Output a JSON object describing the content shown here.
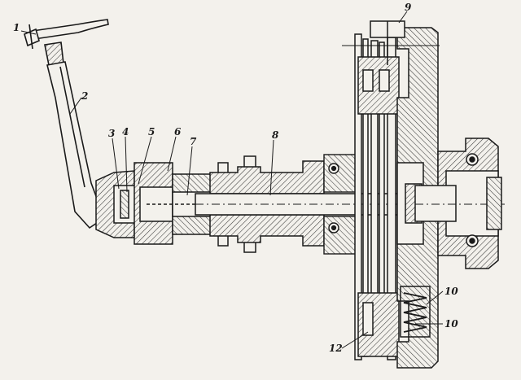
{
  "colors": {
    "paper": "#f3f1ec",
    "ink": "#1a1a1a",
    "hatch": "#3a3a3a"
  },
  "callouts": {
    "c1": "1",
    "c2": "2",
    "c3": "3",
    "c4": "4",
    "c5": "5",
    "c6": "6",
    "c7": "7",
    "c8": "8",
    "c9": "9",
    "c10a": "10",
    "c10b": "10",
    "c12": "12"
  }
}
